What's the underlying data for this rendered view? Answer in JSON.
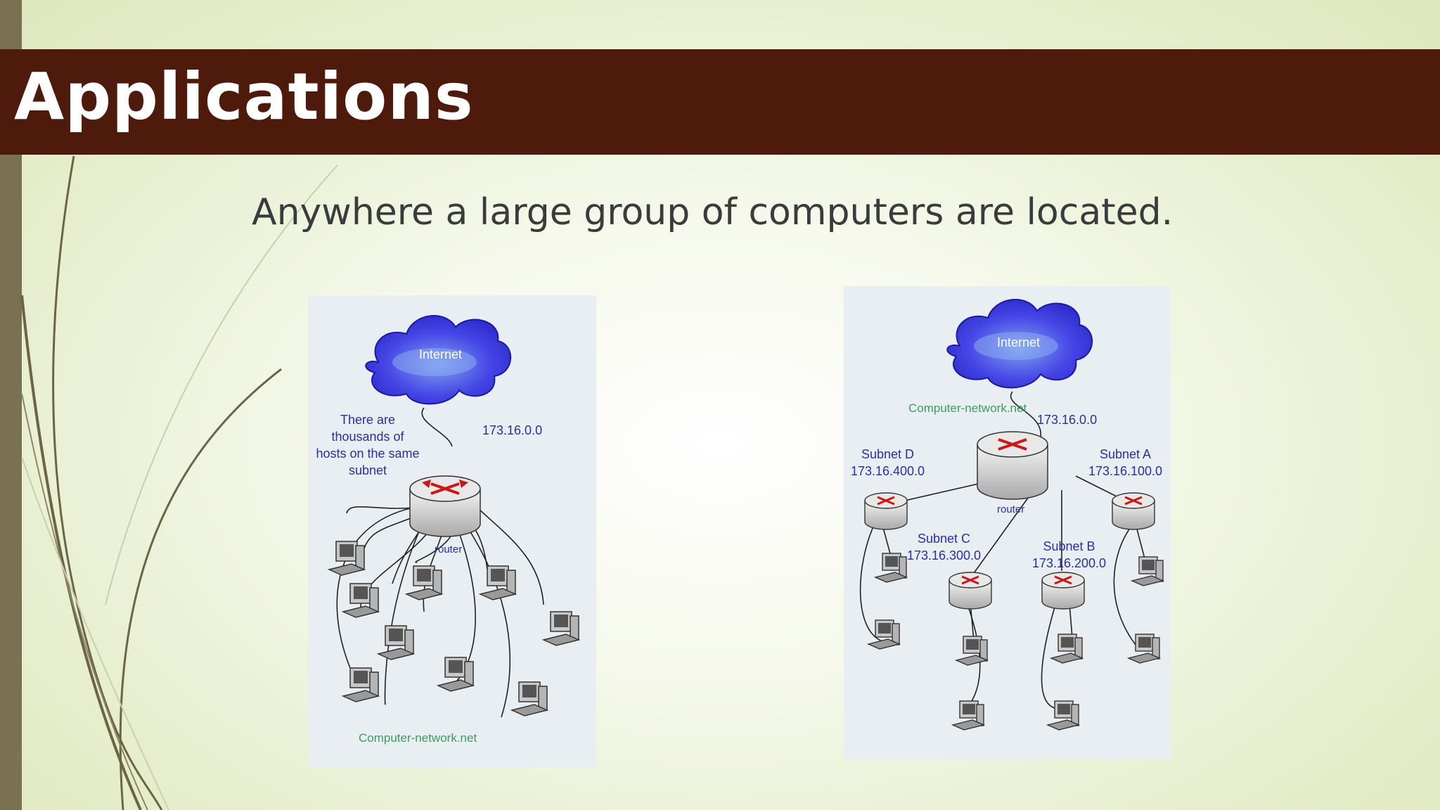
{
  "slide": {
    "title": "Applications",
    "subtitle": "Anywhere a large group of computers are located."
  },
  "diagram_left": {
    "cloud_label": "Internet",
    "note": "There are thousands of hosts on the same subnet",
    "ip": "173.16.0.0",
    "router_label": "router",
    "watermark": "Computer-network.net"
  },
  "diagram_right": {
    "cloud_label": "Internet",
    "watermark": "Computer-network.net",
    "ip": "173.16.0.0",
    "router_label": "router",
    "subnets": [
      {
        "name": "Subnet D",
        "ip": "173.16.400.0"
      },
      {
        "name": "Subnet A",
        "ip": "173.16.100.0"
      },
      {
        "name": "Subnet C",
        "ip": "173.16.300.0"
      },
      {
        "name": "Subnet B",
        "ip": "173.16.200.0"
      }
    ]
  },
  "colors": {
    "title_band": "#4d1a0b",
    "accent_bar": "#7a7153",
    "cloud": "#3d3de0",
    "text_blue": "#2b2f9e"
  }
}
